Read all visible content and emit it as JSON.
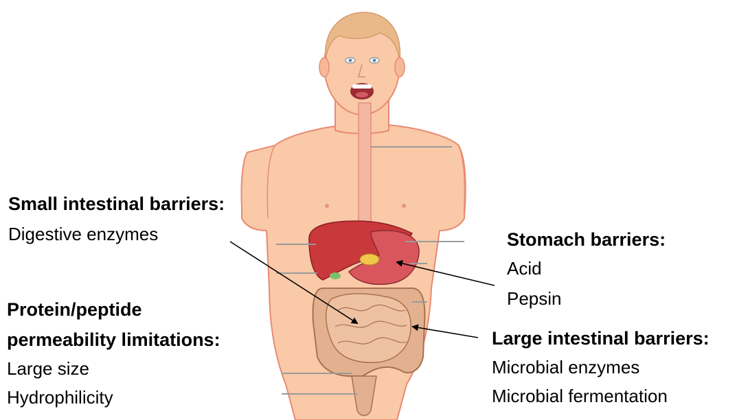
{
  "colors": {
    "skin": "#f9c9a8",
    "skin_outline": "#e88a72",
    "hair": "#e9b98a",
    "liver": "#c9383b",
    "stomach": "#d9575c",
    "intestine": "#e3b190",
    "intestine_outline": "#a87150",
    "leader_line": "#9a9a9a",
    "arrow": "#000000"
  },
  "small_intestine": {
    "heading": "Small intestinal barriers:",
    "item": "Digestive enzymes"
  },
  "stomach": {
    "heading": "Stomach barriers:",
    "items": [
      "Acid",
      "Pepsin"
    ]
  },
  "permeability": {
    "heading_line1": "Protein/peptide",
    "heading_line2": "permeability limitations:",
    "items": [
      "Large size",
      "Hydrophilicity"
    ]
  },
  "large_intestine": {
    "heading": "Large intestinal barriers:",
    "items": [
      "Microbial enzymes",
      "Microbial fermentation"
    ]
  }
}
